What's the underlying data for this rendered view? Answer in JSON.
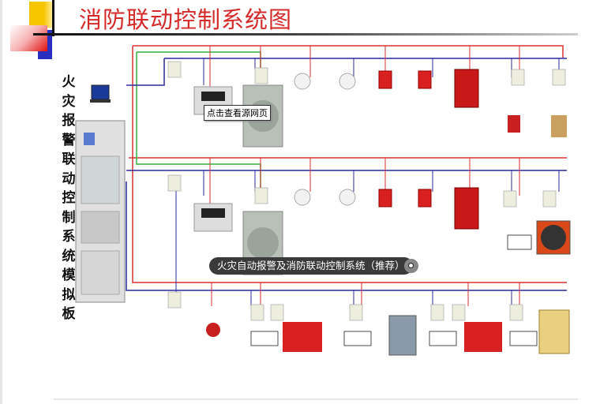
{
  "slide": {
    "title": "消防联动控制系统图",
    "side_label": "火灾报警联动控制系统模拟板",
    "tooltip": "点击查看源网页",
    "caption": "火灾自动报警及消防联动控制系统（推荐）"
  },
  "colors": {
    "title": "#d42a2a",
    "bus_red": "#d83030",
    "bus_blue": "#2a2aa0",
    "bus_green": "#30b040"
  },
  "icons": [
    "play-circle-icon"
  ]
}
